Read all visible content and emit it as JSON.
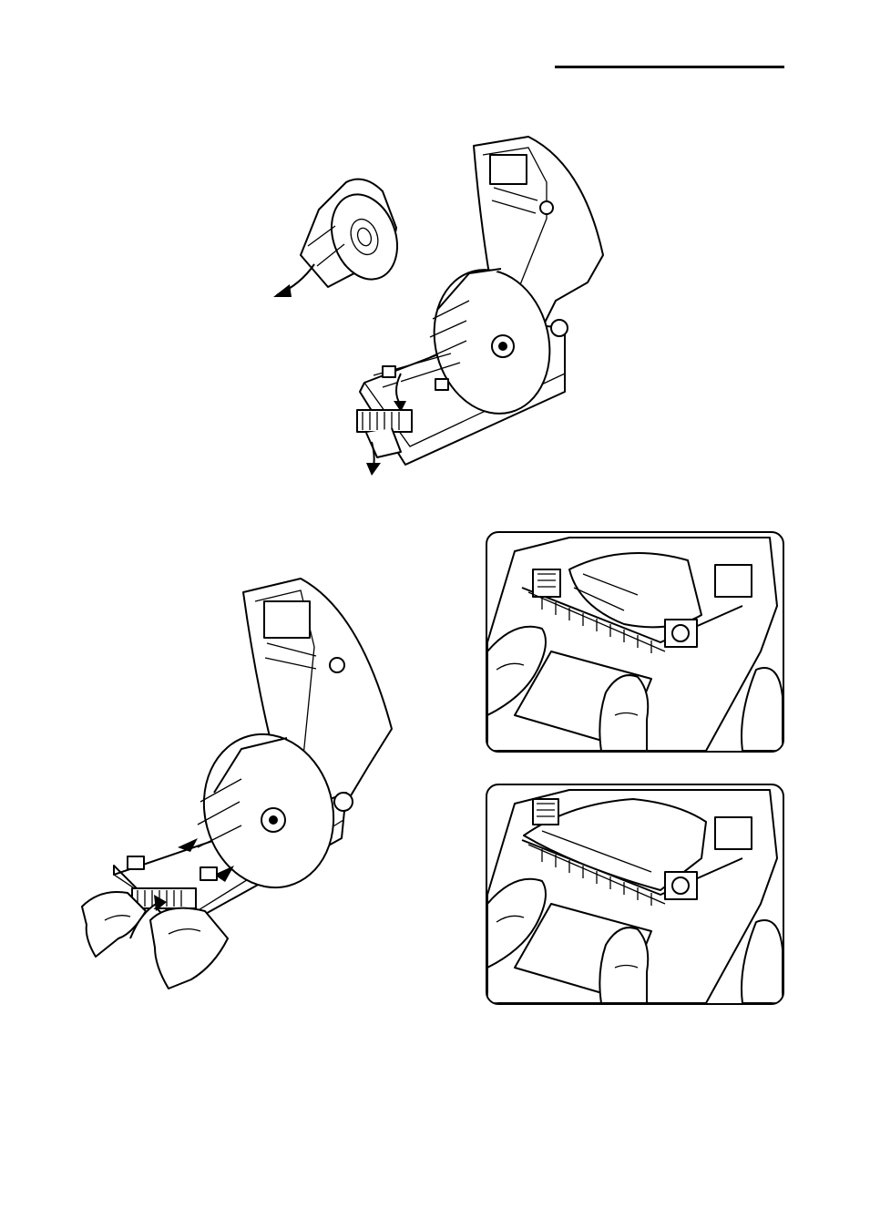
{
  "header": {
    "rule": true
  },
  "figures": [
    {
      "id": "label-roll-insertion",
      "icon": "printer-open-with-roll"
    },
    {
      "id": "paper-feed-by-hand",
      "icon": "printer-hands-feeding"
    },
    {
      "id": "paper-through-slot-closeup-1",
      "icon": "closeup-fingers-paper"
    },
    {
      "id": "paper-through-slot-closeup-2",
      "icon": "closeup-fingers-paper-lid"
    }
  ]
}
